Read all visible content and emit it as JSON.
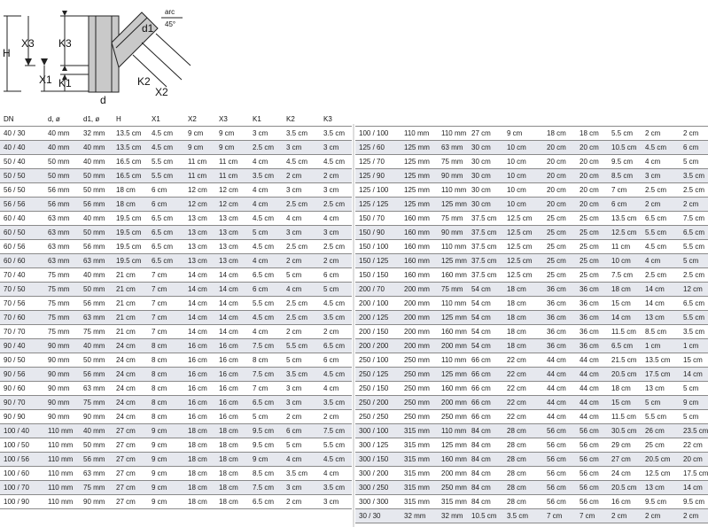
{
  "diagram": {
    "labels": {
      "h": "H",
      "x3": "X3",
      "k3": "K3",
      "x1": "X1",
      "k1": "K1",
      "d": "d",
      "d1": "d1",
      "k2": "K2",
      "x2": "X2"
    },
    "arc": {
      "label": "arc",
      "angle": "45°"
    }
  },
  "headers": [
    "DN",
    "d, ø",
    "d1, ø",
    "H",
    "X1",
    "X2",
    "X3",
    "K1",
    "K2",
    "K3"
  ],
  "left_rows": [
    [
      "40 / 30",
      "40 mm",
      "32 mm",
      "13.5 cm",
      "4.5 cm",
      "9 cm",
      "9 cm",
      "3 cm",
      "3.5 cm",
      "3.5 cm"
    ],
    [
      "40 / 40",
      "40 mm",
      "40 mm",
      "13.5 cm",
      "4.5 cm",
      "9 cm",
      "9 cm",
      "2.5 cm",
      "3 cm",
      "3 cm"
    ],
    [
      "50 / 40",
      "50 mm",
      "40 mm",
      "16.5 cm",
      "5.5 cm",
      "11 cm",
      "11 cm",
      "4 cm",
      "4.5 cm",
      "4.5 cm"
    ],
    [
      "50 / 50",
      "50 mm",
      "50 mm",
      "16.5 cm",
      "5.5 cm",
      "11 cm",
      "11 cm",
      "3.5 cm",
      "2 cm",
      "2 cm"
    ],
    [
      "56 / 50",
      "56 mm",
      "50 mm",
      "18 cm",
      "6 cm",
      "12 cm",
      "12 cm",
      "4 cm",
      "3 cm",
      "3 cm"
    ],
    [
      "56 / 56",
      "56 mm",
      "56 mm",
      "18 cm",
      "6 cm",
      "12 cm",
      "12 cm",
      "4 cm",
      "2.5 cm",
      "2.5 cm"
    ],
    [
      "60 / 40",
      "63 mm",
      "40 mm",
      "19.5 cm",
      "6.5 cm",
      "13 cm",
      "13 cm",
      "4.5 cm",
      "4 cm",
      "4 cm"
    ],
    [
      "60 / 50",
      "63 mm",
      "50 mm",
      "19.5 cm",
      "6.5 cm",
      "13 cm",
      "13 cm",
      "5 cm",
      "3 cm",
      "3 cm"
    ],
    [
      "60 / 56",
      "63 mm",
      "56 mm",
      "19.5 cm",
      "6.5 cm",
      "13 cm",
      "13 cm",
      "4.5 cm",
      "2.5 cm",
      "2.5 cm"
    ],
    [
      "60 / 60",
      "63 mm",
      "63 mm",
      "19.5 cm",
      "6.5 cm",
      "13 cm",
      "13 cm",
      "4 cm",
      "2 cm",
      "2 cm"
    ],
    [
      "70 / 40",
      "75 mm",
      "40 mm",
      "21 cm",
      "7 cm",
      "14 cm",
      "14 cm",
      "6.5 cm",
      "5 cm",
      "6 cm"
    ],
    [
      "70 / 50",
      "75 mm",
      "50 mm",
      "21 cm",
      "7 cm",
      "14 cm",
      "14 cm",
      "6 cm",
      "4 cm",
      "5 cm"
    ],
    [
      "70 / 56",
      "75 mm",
      "56 mm",
      "21 cm",
      "7 cm",
      "14 cm",
      "14 cm",
      "5.5 cm",
      "2.5 cm",
      "4.5 cm"
    ],
    [
      "70 / 60",
      "75 mm",
      "63 mm",
      "21 cm",
      "7 cm",
      "14 cm",
      "14 cm",
      "4.5 cm",
      "2.5 cm",
      "3.5 cm"
    ],
    [
      "70 / 70",
      "75 mm",
      "75 mm",
      "21 cm",
      "7 cm",
      "14 cm",
      "14 cm",
      "4 cm",
      "2 cm",
      "2 cm"
    ],
    [
      "90 / 40",
      "90 mm",
      "40 mm",
      "24 cm",
      "8 cm",
      "16 cm",
      "16 cm",
      "7.5 cm",
      "5.5 cm",
      "6.5 cm"
    ],
    [
      "90 / 50",
      "90 mm",
      "50 mm",
      "24 cm",
      "8 cm",
      "16 cm",
      "16 cm",
      "8 cm",
      "5 cm",
      "6 cm"
    ],
    [
      "90 / 56",
      "90 mm",
      "56 mm",
      "24 cm",
      "8 cm",
      "16 cm",
      "16 cm",
      "7.5 cm",
      "3.5 cm",
      "4.5 cm"
    ],
    [
      "90 / 60",
      "90 mm",
      "63 mm",
      "24 cm",
      "8 cm",
      "16 cm",
      "16 cm",
      "7 cm",
      "3 cm",
      "4 cm"
    ],
    [
      "90 / 70",
      "90 mm",
      "75 mm",
      "24 cm",
      "8 cm",
      "16 cm",
      "16 cm",
      "6.5 cm",
      "3 cm",
      "3.5 cm"
    ],
    [
      "90 / 90",
      "90 mm",
      "90 mm",
      "24 cm",
      "8 cm",
      "16 cm",
      "16 cm",
      "5 cm",
      "2 cm",
      "2 cm"
    ],
    [
      "100 / 40",
      "110 mm",
      "40 mm",
      "27 cm",
      "9 cm",
      "18 cm",
      "18 cm",
      "9.5 cm",
      "6 cm",
      "7.5 cm"
    ],
    [
      "100 / 50",
      "110 mm",
      "50 mm",
      "27 cm",
      "9 cm",
      "18 cm",
      "18 cm",
      "9.5 cm",
      "5 cm",
      "5.5 cm"
    ],
    [
      "100 / 56",
      "110 mm",
      "56 mm",
      "27 cm",
      "9 cm",
      "18 cm",
      "18 cm",
      "9 cm",
      "4 cm",
      "4.5 cm"
    ],
    [
      "100 / 60",
      "110 mm",
      "63 mm",
      "27 cm",
      "9 cm",
      "18 cm",
      "18 cm",
      "8.5 cm",
      "3.5 cm",
      "4 cm"
    ],
    [
      "100 / 70",
      "110 mm",
      "75 mm",
      "27 cm",
      "9 cm",
      "18 cm",
      "18 cm",
      "7.5 cm",
      "3 cm",
      "3.5 cm"
    ],
    [
      "100 / 90",
      "110 mm",
      "90 mm",
      "27 cm",
      "9 cm",
      "18 cm",
      "18 cm",
      "6.5 cm",
      "2 cm",
      "3 cm"
    ]
  ],
  "right_rows": [
    [
      "100 / 100",
      "110 mm",
      "110 mm",
      "27 cm",
      "9 cm",
      "18 cm",
      "18 cm",
      "5.5 cm",
      "2 cm",
      "2 cm"
    ],
    [
      "125 / 60",
      "125 mm",
      "63 mm",
      "30 cm",
      "10 cm",
      "20 cm",
      "20 cm",
      "10.5 cm",
      "4.5 cm",
      "6 cm"
    ],
    [
      "125 / 70",
      "125 mm",
      "75 mm",
      "30 cm",
      "10 cm",
      "20 cm",
      "20 cm",
      "9.5 cm",
      "4 cm",
      "5 cm"
    ],
    [
      "125 / 90",
      "125 mm",
      "90 mm",
      "30 cm",
      "10 cm",
      "20 cm",
      "20 cm",
      "8.5 cm",
      "3 cm",
      "3.5 cm"
    ],
    [
      "125 / 100",
      "125 mm",
      "110 mm",
      "30 cm",
      "10 cm",
      "20 cm",
      "20 cm",
      "7 cm",
      "2.5 cm",
      "2.5 cm"
    ],
    [
      "125 / 125",
      "125 mm",
      "125 mm",
      "30 cm",
      "10 cm",
      "20 cm",
      "20 cm",
      "6 cm",
      "2 cm",
      "2 cm"
    ],
    [
      "150 / 70",
      "160 mm",
      "75 mm",
      "37.5 cm",
      "12.5 cm",
      "25 cm",
      "25 cm",
      "13.5 cm",
      "6.5 cm",
      "7.5 cm"
    ],
    [
      "150 / 90",
      "160 mm",
      "90 mm",
      "37.5 cm",
      "12.5 cm",
      "25 cm",
      "25 cm",
      "12.5 cm",
      "5.5 cm",
      "6.5 cm"
    ],
    [
      "150 / 100",
      "160 mm",
      "110 mm",
      "37.5 cm",
      "12.5 cm",
      "25 cm",
      "25 cm",
      "11 cm",
      "4.5 cm",
      "5.5 cm"
    ],
    [
      "150 / 125",
      "160 mm",
      "125 mm",
      "37.5 cm",
      "12.5 cm",
      "25 cm",
      "25 cm",
      "10 cm",
      "4 cm",
      "5 cm"
    ],
    [
      "150 / 150",
      "160 mm",
      "160 mm",
      "37.5 cm",
      "12.5 cm",
      "25 cm",
      "25 cm",
      "7.5 cm",
      "2.5 cm",
      "2.5 cm"
    ],
    [
      "200 / 70",
      "200 mm",
      "75 mm",
      "54 cm",
      "18 cm",
      "36 cm",
      "36 cm",
      "18 cm",
      "14 cm",
      "12 cm"
    ],
    [
      "200 / 100",
      "200 mm",
      "110 mm",
      "54 cm",
      "18 cm",
      "36 cm",
      "36 cm",
      "15 cm",
      "14 cm",
      "6.5 cm"
    ],
    [
      "200 / 125",
      "200 mm",
      "125 mm",
      "54 cm",
      "18 cm",
      "36 cm",
      "36 cm",
      "14 cm",
      "13 cm",
      "5.5 cm"
    ],
    [
      "200 / 150",
      "200 mm",
      "160 mm",
      "54 cm",
      "18 cm",
      "36 cm",
      "36 cm",
      "11.5 cm",
      "8.5 cm",
      "3.5 cm"
    ],
    [
      "200 / 200",
      "200 mm",
      "200 mm",
      "54 cm",
      "18 cm",
      "36 cm",
      "36 cm",
      "6.5 cm",
      "1 cm",
      "1 cm"
    ],
    [
      "250 / 100",
      "250 mm",
      "110 mm",
      "66 cm",
      "22 cm",
      "44 cm",
      "44 cm",
      "21.5 cm",
      "13.5 cm",
      "15 cm"
    ],
    [
      "250 / 125",
      "250 mm",
      "125 mm",
      "66 cm",
      "22 cm",
      "44 cm",
      "44 cm",
      "20.5 cm",
      "17.5 cm",
      "14 cm"
    ],
    [
      "250 / 150",
      "250 mm",
      "160 mm",
      "66 cm",
      "22 cm",
      "44 cm",
      "44 cm",
      "18 cm",
      "13 cm",
      "5 cm"
    ],
    [
      "250 / 200",
      "250 mm",
      "200 mm",
      "66 cm",
      "22 cm",
      "44 cm",
      "44 cm",
      "15 cm",
      "5 cm",
      "9 cm"
    ],
    [
      "250 / 250",
      "250 mm",
      "250 mm",
      "66 cm",
      "22 cm",
      "44 cm",
      "44 cm",
      "11.5 cm",
      "5.5 cm",
      "5 cm"
    ],
    [
      "300 / 100",
      "315 mm",
      "110 mm",
      "84 cm",
      "28 cm",
      "56 cm",
      "56 cm",
      "30.5 cm",
      "26 cm",
      "23.5 cm"
    ],
    [
      "300 / 125",
      "315 mm",
      "125 mm",
      "84 cm",
      "28 cm",
      "56 cm",
      "56 cm",
      "29 cm",
      "25 cm",
      "22 cm"
    ],
    [
      "300 / 150",
      "315 mm",
      "160 mm",
      "84 cm",
      "28 cm",
      "56 cm",
      "56 cm",
      "27 cm",
      "20.5 cm",
      "20 cm"
    ],
    [
      "300 / 200",
      "315 mm",
      "200 mm",
      "84 cm",
      "28 cm",
      "56 cm",
      "56 cm",
      "24 cm",
      "12.5 cm",
      "17.5 cm"
    ],
    [
      "300 / 250",
      "315 mm",
      "250 mm",
      "84 cm",
      "28 cm",
      "56 cm",
      "56 cm",
      "20.5 cm",
      "13 cm",
      "14 cm"
    ],
    [
      "300 / 300",
      "315 mm",
      "315 mm",
      "84 cm",
      "28 cm",
      "56 cm",
      "56 cm",
      "16 cm",
      "9.5 cm",
      "9.5 cm"
    ],
    [
      "30 / 30",
      "32 mm",
      "32 mm",
      "10.5 cm",
      "3.5 cm",
      "7 cm",
      "7 cm",
      "2 cm",
      "2 cm",
      "2 cm"
    ]
  ]
}
